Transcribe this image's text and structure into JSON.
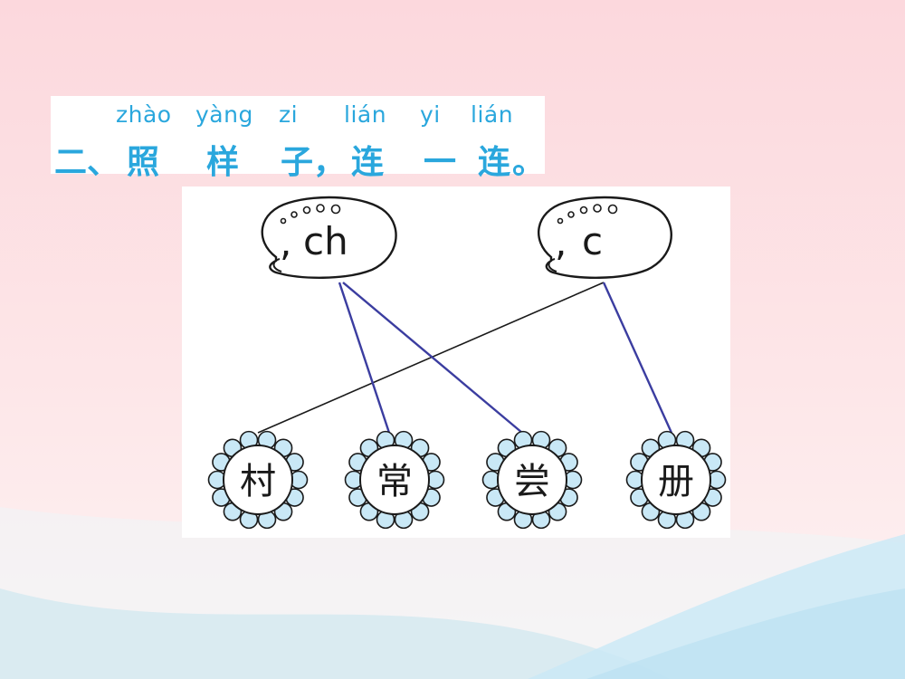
{
  "title": {
    "pinyin": [
      "zhào",
      "yàng",
      "zi",
      "lián",
      "yi",
      "lián"
    ],
    "number": "二、",
    "chars": [
      "照",
      "样",
      "子",
      "，",
      "连",
      "一",
      "连",
      "。"
    ]
  },
  "bubbles": [
    {
      "label": "ch"
    },
    {
      "label": "c"
    }
  ],
  "flowers": [
    {
      "char": "村"
    },
    {
      "char": "常"
    },
    {
      "char": "尝"
    },
    {
      "char": "册"
    }
  ],
  "colors": {
    "title": "#2aa7dd",
    "petal_fill": "#c9e8f6",
    "line_example": "#1a1a1a",
    "line_answer": "#3b3da0"
  }
}
